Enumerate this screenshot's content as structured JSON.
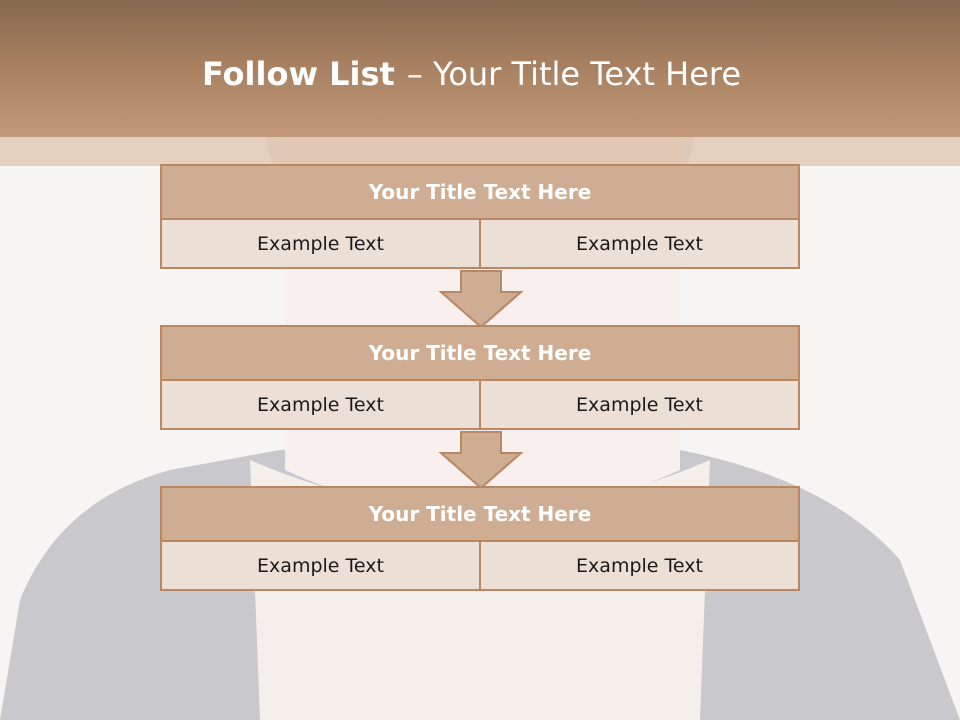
{
  "slide": {
    "title_bold": "Follow List",
    "title_rest": "– Your Title Text Here"
  },
  "blocks": [
    {
      "title": "Your Title Text Here",
      "left": "Example Text",
      "right": "Example Text"
    },
    {
      "title": "Your Title Text Here",
      "left": "Example Text",
      "right": "Example Text"
    },
    {
      "title": "Your Title Text Here",
      "left": "Example Text",
      "right": "Example Text"
    }
  ],
  "colors": {
    "header": "#a67f60",
    "block_title_fill": "#cfad92",
    "block_border": "#b98763",
    "cell_fill": "#ece0d6"
  }
}
